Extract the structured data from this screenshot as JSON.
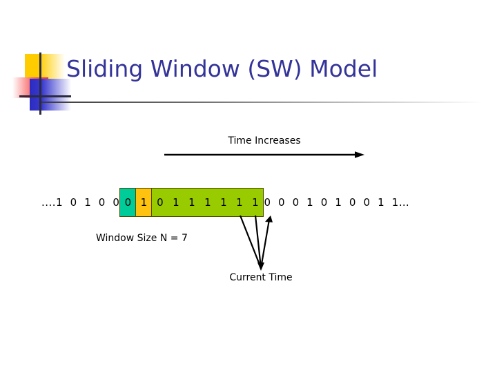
{
  "slide": {
    "title": "Sliding Window (SW) Model",
    "title_color": "#333399",
    "background": "#ffffff"
  },
  "logo": {
    "yellow": "#FFCC00",
    "red": "#F03030",
    "blue": "#2B2BC0",
    "line_color": "#2b2b40"
  },
  "diagram": {
    "time_axis": {
      "label": "Time Increases",
      "direction": "right"
    },
    "window_size_label": "Window Size N = 7",
    "current_time_label": "Current Time",
    "colors": {
      "teal": "#00CC99",
      "amber": "#FFC20E",
      "green": "#99CC00",
      "border": "#4c4c00"
    },
    "stream": {
      "lead": "....1  0  1  0  0",
      "tail": "0  0  0  1  0  1  0  0  1  1…",
      "highlighted": [
        {
          "value": "0",
          "color": "teal"
        },
        {
          "value": "1",
          "color": "amber"
        }
      ],
      "window": [
        {
          "value": "0"
        },
        {
          "value": "1"
        },
        {
          "value": "1"
        },
        {
          "value": "1"
        },
        {
          "value": "1"
        },
        {
          "value": "1"
        },
        {
          "value": "1"
        }
      ]
    }
  }
}
